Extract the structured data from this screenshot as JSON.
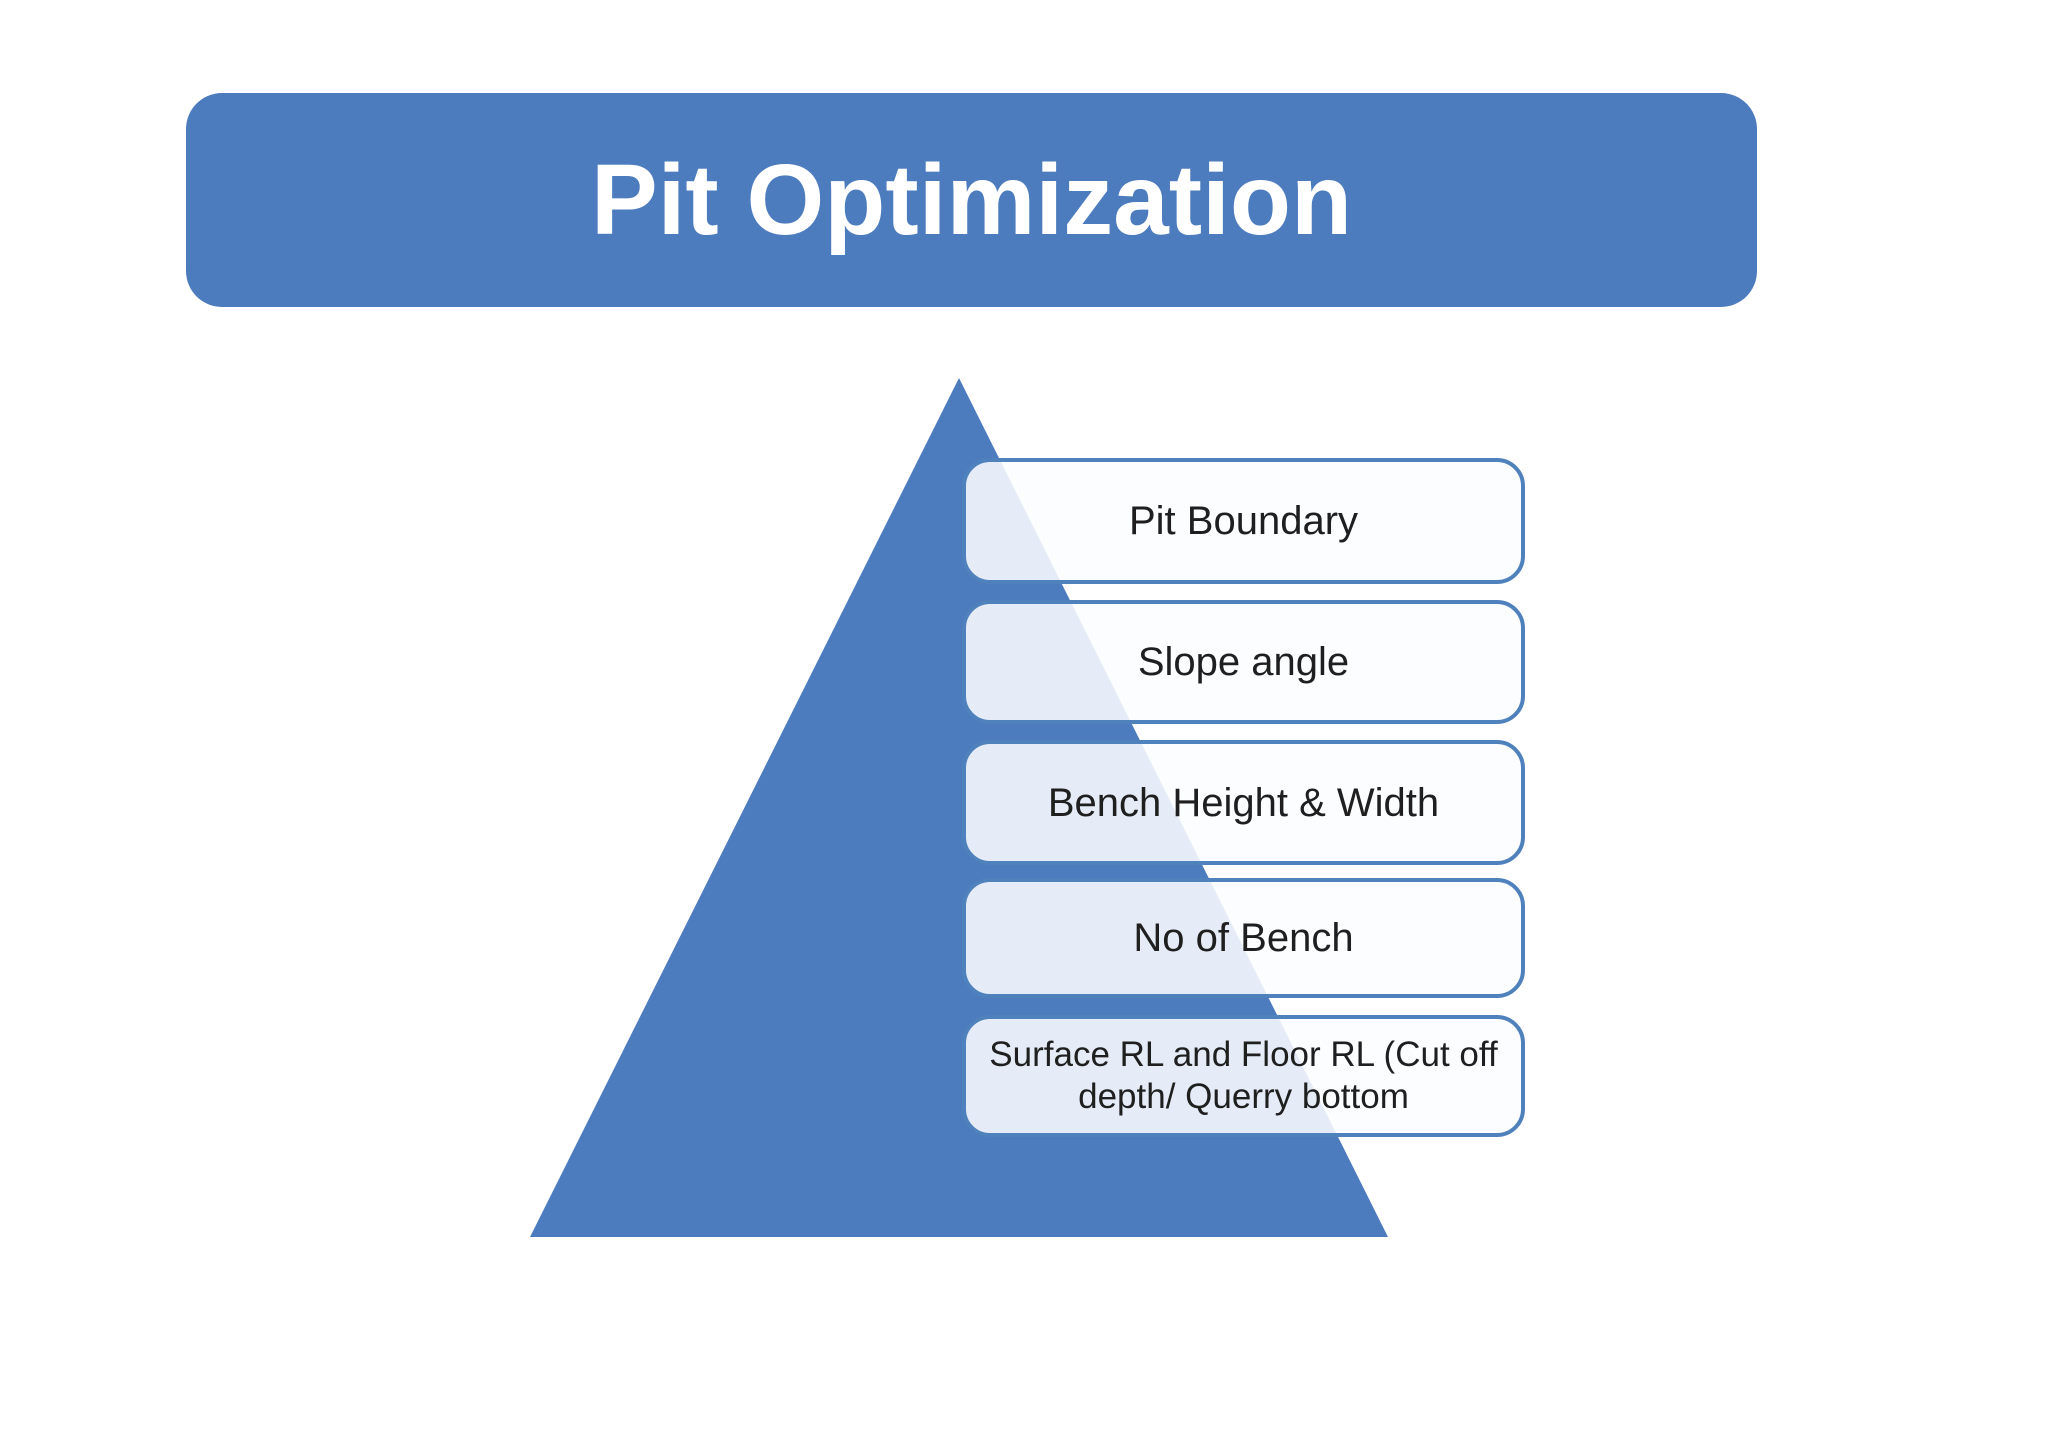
{
  "theme": {
    "page-bg": "#ffffff",
    "accent": "#4d7cbe",
    "title-color": "#ffffff",
    "level-border": "#4f81bd",
    "level-text": "#1f1f1f"
  },
  "header": {
    "title": "Pit Optimization"
  },
  "pyramid": {
    "shape": "triangle"
  },
  "levels": [
    {
      "label": "Pit Boundary"
    },
    {
      "label": "Slope angle"
    },
    {
      "label": "Bench Height & Width"
    },
    {
      "label": "No of Bench"
    },
    {
      "label": "Surface RL and Floor RL (Cut off\ndepth/ Querry bottom"
    }
  ]
}
